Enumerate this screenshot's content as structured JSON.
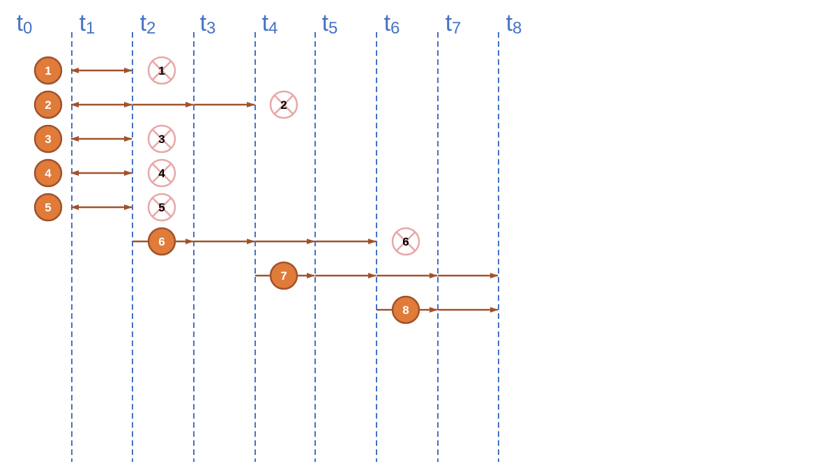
{
  "colors": {
    "timeline": "#4472C4",
    "active_fill": "#E07B39",
    "active_stroke": "#A0522D",
    "arrow": "#A0522D",
    "dead_stroke": "#E8A7A7",
    "dead_text": "#000000",
    "active_text": "#FFFFFF",
    "background": "#FFFFFF"
  },
  "time_points": [
    {
      "base": "t",
      "sub": "0"
    },
    {
      "base": "t",
      "sub": "1"
    },
    {
      "base": "t",
      "sub": "2"
    },
    {
      "base": "t",
      "sub": "3"
    },
    {
      "base": "t",
      "sub": "4"
    },
    {
      "base": "t",
      "sub": "5"
    },
    {
      "base": "t",
      "sub": "6"
    },
    {
      "base": "t",
      "sub": "7"
    },
    {
      "base": "t",
      "sub": "8"
    }
  ],
  "items": [
    {
      "label": "1",
      "start": 0,
      "end": 2
    },
    {
      "label": "2",
      "start": 0,
      "end": 4
    },
    {
      "label": "3",
      "start": 0,
      "end": 2
    },
    {
      "label": "4",
      "start": 0,
      "end": 2
    },
    {
      "label": "5",
      "start": 0,
      "end": 2
    },
    {
      "label": "6",
      "start": 2,
      "end": 6
    },
    {
      "label": "7",
      "start": 4,
      "end": null
    },
    {
      "label": "8",
      "start": 6,
      "end": null
    }
  ]
}
